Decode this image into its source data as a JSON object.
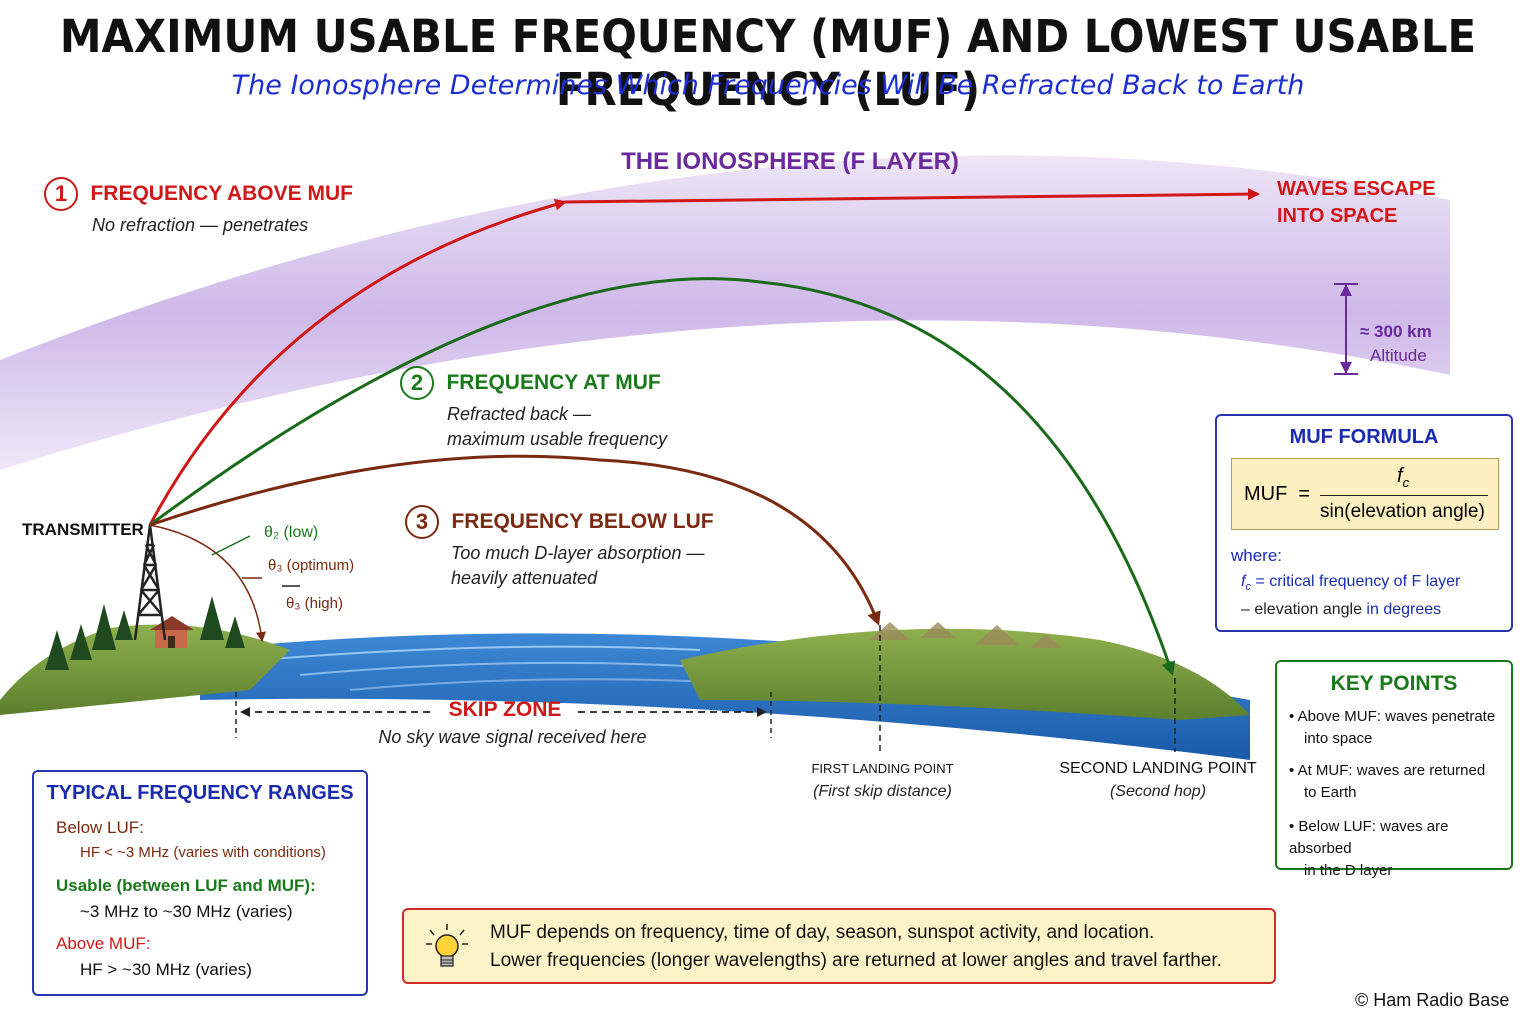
{
  "title": "MAXIMUM USABLE FREQUENCY (MUF) AND LOWEST USABLE FREQUENCY (LUF)",
  "subtitle": "The Ionosphere Determines Which Frequencies Will Be Refracted Back to Earth",
  "ionosphere_label": "THE IONOSPHERE (F LAYER)",
  "altitude": {
    "line1": "≈ 300 km",
    "line2": "Altitude"
  },
  "rays": {
    "above_muf": {
      "num": "1",
      "title": "FREQUENCY ABOVE MUF",
      "desc": "No refraction — penetrates"
    },
    "at_muf": {
      "num": "2",
      "title": "FREQUENCY AT MUF",
      "desc1": "Refracted back —",
      "desc2": "maximum usable frequency"
    },
    "below_luf": {
      "num": "3",
      "title": "FREQUENCY BELOW LUF",
      "desc1": "Too much D-layer absorption —",
      "desc2": "heavily attenuated"
    }
  },
  "escape": {
    "line1": "WAVES ESCAPE",
    "line2": "INTO SPACE"
  },
  "transmitter_label": "TRANSMITTER",
  "angles": {
    "a": "θ₂ (low)",
    "b": "θ₃ (optimum)",
    "c": "θ₃ (high)"
  },
  "skip_zone": {
    "title": "SKIP ZONE",
    "desc": "No sky wave signal received here"
  },
  "landing": {
    "first": {
      "title": "FIRST LANDING POINT",
      "desc": "(First skip distance)"
    },
    "second": {
      "title": "SECOND LANDING POINT",
      "desc": "(Second hop)"
    }
  },
  "formula": {
    "title": "MUF FORMULA",
    "lhs": "MUF  =",
    "numerator": "f",
    "numerator_sub": "c",
    "denominator": "sin(elevation angle)",
    "where": "where:",
    "def1_sym": "f",
    "def1_sub": "c",
    "def1_text": " = critical frequency of F layer",
    "def2_text": "– elevation angle",
    "def2_tail": " in degrees"
  },
  "key_points": {
    "title": "KEY POINTS",
    "items": [
      {
        "l1": "Above MUF: waves penetrate",
        "l2": "into space"
      },
      {
        "l1": "At MUF: waves are returned",
        "l2": "to Earth"
      },
      {
        "l1": "Below LUF: waves are absorbed",
        "l2": "in the D layer"
      }
    ]
  },
  "ranges": {
    "title": "TYPICAL FREQUENCY RANGES",
    "below_h": "Below LUF:",
    "below_v": "HF < ~3 MHz (varies with conditions)",
    "usable_h": "Usable (between LUF and MUF):",
    "usable_v": "~3 MHz to ~30 MHz (varies)",
    "above_h": "Above MUF:",
    "above_v": "HF > ~30 MHz (varies)"
  },
  "note": {
    "line1": "MUF depends on frequency, time of day, season, sunspot activity, and location.",
    "line2": "Lower frequencies (longer wavelengths) are returned at lower angles and travel farther."
  },
  "copyright": "© Ham Radio Base",
  "colors": {
    "red": "#d01818",
    "green": "#1a7a1a",
    "brown": "#7a2a10",
    "blue": "#1a2bb0",
    "purple": "#6a2a9a"
  }
}
